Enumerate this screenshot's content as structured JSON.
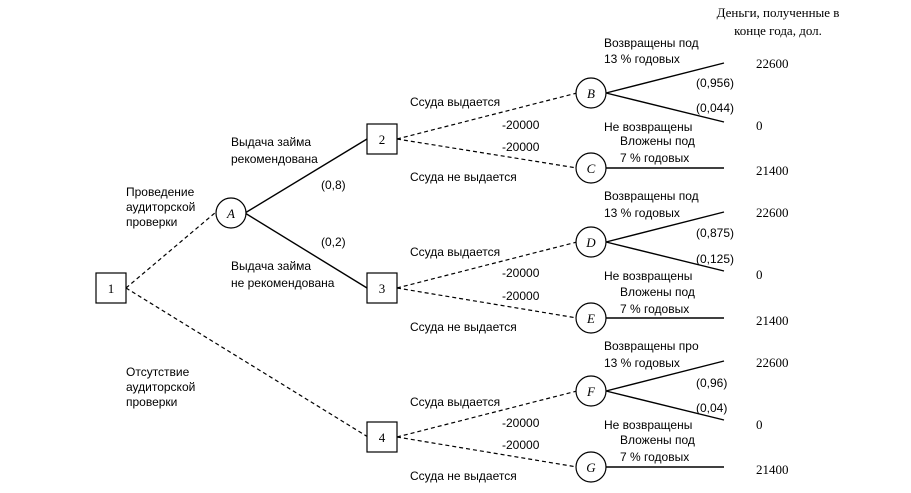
{
  "header": {
    "line1": "Деньги, полученные в",
    "line2": "конце года, дол."
  },
  "nodes": {
    "n1": "1",
    "nA": "A",
    "n2": "2",
    "n3": "3",
    "n4": "4",
    "nB": "B",
    "nC": "C",
    "nD": "D",
    "nE": "E",
    "nF": "F",
    "nG": "G"
  },
  "branches": {
    "audit": [
      "Проведение",
      "аудиторской",
      "проверки"
    ],
    "no_audit": [
      "Отсутствие",
      "аудиторской",
      "проверки"
    ],
    "recommended": [
      "Выдача займа",
      "рекомендована"
    ],
    "not_recommended": [
      "Выдача займа",
      "не рекомендована"
    ],
    "prob_recommended": "(0,8)",
    "prob_not_recommended": "(0,2)"
  },
  "decisions": [
    {
      "loan_given": "Ссуда выдается",
      "loan_not_given": "Ссуда не выдается",
      "cost_given": "-20000",
      "cost_not_given": "-20000",
      "returned": [
        "Возвращены под",
        "13 % годовых"
      ],
      "not_returned": "Не возвращены",
      "invested": [
        "Вложены под",
        "7 % годовых"
      ],
      "prob_returned": "(0,956)",
      "prob_not_returned": "(0,044)",
      "payoff_returned": "22600",
      "payoff_not_returned": "0",
      "payoff_invested": "21400"
    },
    {
      "loan_given": "Ссуда выдается",
      "loan_not_given": "Ссуда не выдается",
      "cost_given": "-20000",
      "cost_not_given": "-20000",
      "returned": [
        "Возвращены под",
        "13 % годовых"
      ],
      "not_returned": "Не возвращены",
      "invested": [
        "Вложены под",
        "7 % годовых"
      ],
      "prob_returned": "(0,875)",
      "prob_not_returned": "(0,125)",
      "payoff_returned": "22600",
      "payoff_not_returned": "0",
      "payoff_invested": "21400"
    },
    {
      "loan_given": "Ссуда выдается",
      "loan_not_given": "Ссуда не выдается",
      "cost_given": "-20000",
      "cost_not_given": "-20000",
      "returned": [
        "Возвращены про",
        "13 % годовых"
      ],
      "not_returned": "Не возвращены",
      "invested": [
        "Вложены под",
        "7 % годовых"
      ],
      "prob_returned": "(0,96)",
      "prob_not_returned": "(0,04)",
      "payoff_returned": "22600",
      "payoff_not_returned": "0",
      "payoff_invested": "21400"
    }
  ]
}
